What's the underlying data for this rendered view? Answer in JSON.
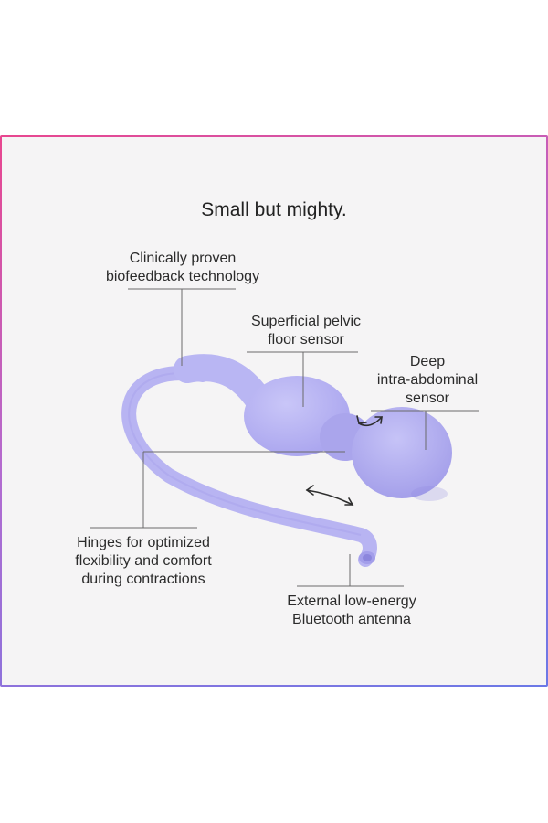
{
  "headline": "Small but mighty.",
  "callouts": {
    "biofeedback": {
      "line1": "Clinically proven",
      "line2": "biofeedback technology"
    },
    "pelvic_sensor": {
      "line1": "Superficial pelvic",
      "line2": "floor sensor"
    },
    "abdominal_sensor": {
      "line1": "Deep",
      "line2": "intra-abdominal",
      "line3": "sensor"
    },
    "hinges": {
      "line1": "Hinges for optimized",
      "line2": "flexibility and comfort",
      "line3": "during contractions"
    },
    "antenna": {
      "line1": "External low-energy",
      "line2": "Bluetooth antenna"
    }
  },
  "colors": {
    "device": "#b9b6f3",
    "device_shadow": "#9e99e6",
    "background": "#f5f4f5",
    "line": "#555555",
    "frame_pink": "#e8468f",
    "frame_blue": "#6b78e6"
  }
}
